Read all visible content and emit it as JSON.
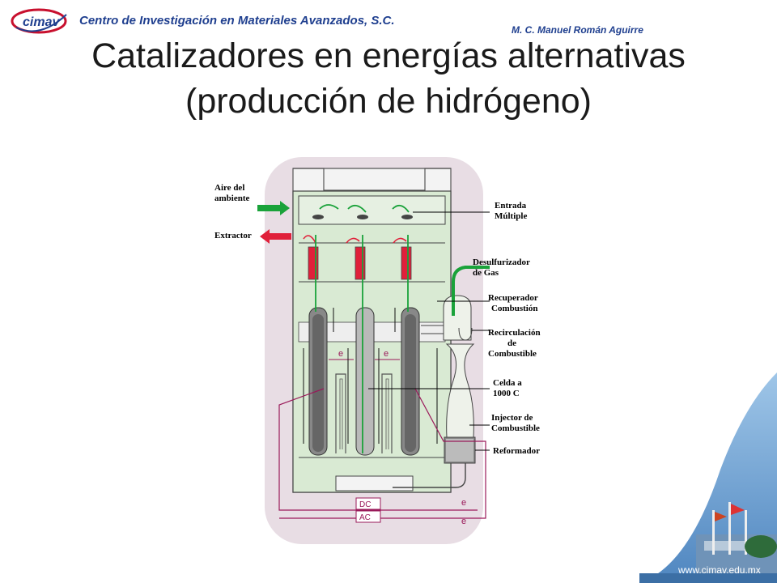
{
  "header": {
    "org_name": "Centro de Investigación en Materiales Avanzados, S.C.",
    "author": "M. C. Manuel Román Aguirre",
    "logo_text": "cimav"
  },
  "title": {
    "line1": "Catalizadores en energías alternativas",
    "line2": "(producción de hidrógeno)"
  },
  "diagram": {
    "labels": {
      "aire_line1": "Aire del",
      "aire_line2": "ambiente",
      "extractor": "Extractor",
      "entrada_line1": "Entrada",
      "entrada_line2": "Múltiple",
      "desulf_line1": "Desulfurizador",
      "desulf_line2": "de Gas",
      "recup_line1": "Recuperador",
      "recup_line2": "Combustión",
      "recirc_line1": "Recirculación",
      "recirc_line2": "de",
      "recirc_line3": "Combustible",
      "celda_line1": "Celda a",
      "celda_line2": "1000 C",
      "injector_line1": "Injector de",
      "injector_line2": "Combustible",
      "reformador": "Reformador",
      "electron": "e",
      "dc": "DC",
      "ac": "AC"
    },
    "colors": {
      "air_green": "#1aa23a",
      "exhaust_red": "#e0203a",
      "wire_purple": "#9a1a5a",
      "housing_pink": "#e8dde4",
      "panel_green": "#d9ead3"
    }
  },
  "footer": {
    "website": "www.cimav.edu.mx"
  }
}
